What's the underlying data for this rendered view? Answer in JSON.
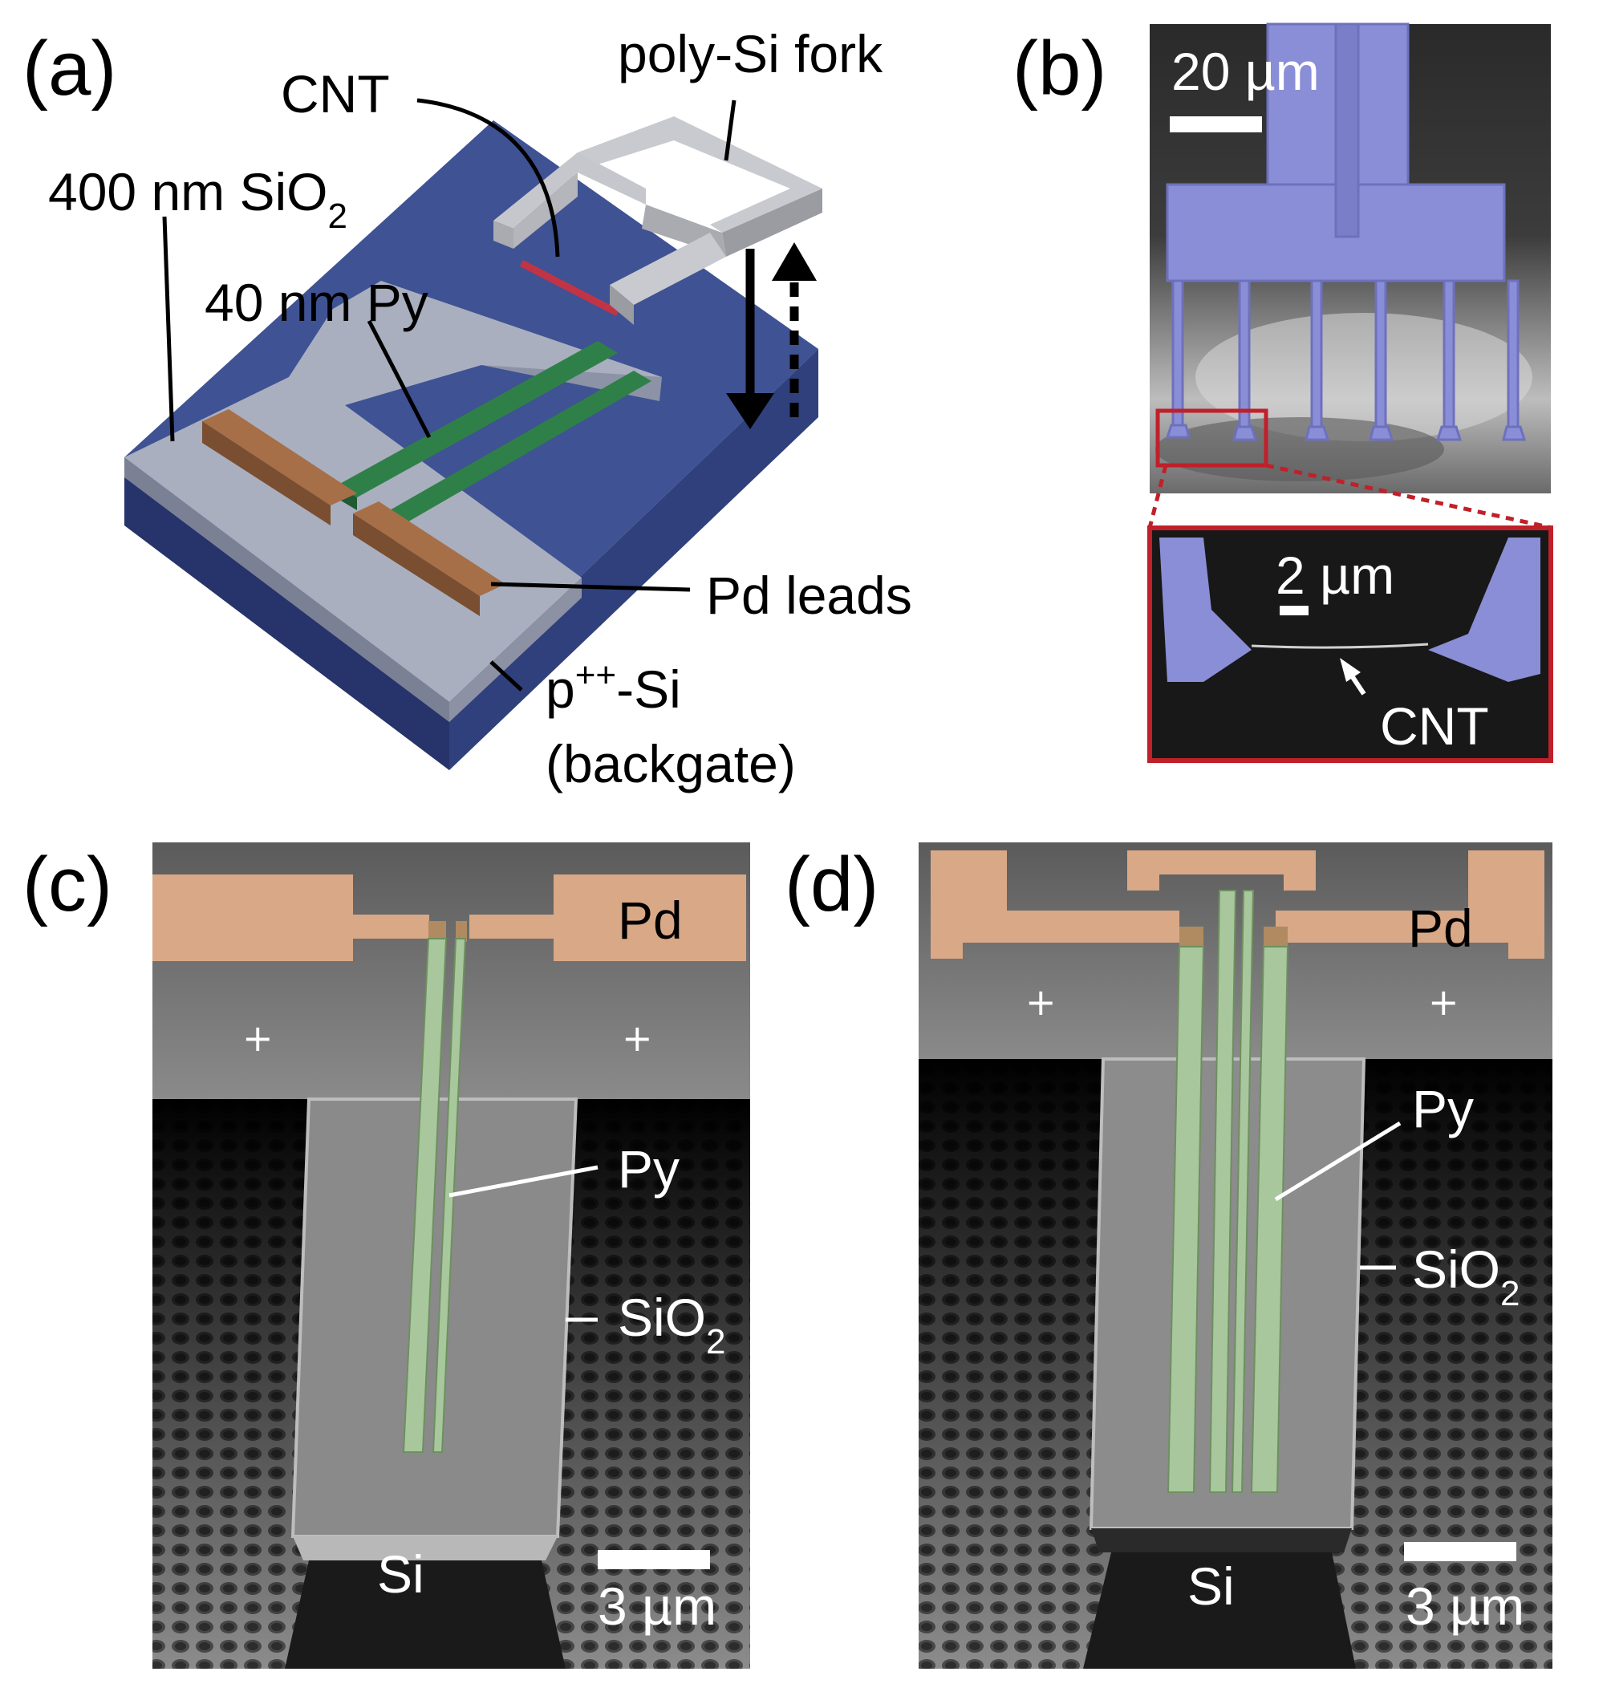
{
  "panel_a": {
    "letter": "(a)",
    "labels": {
      "cnt": "CNT",
      "fork": "poly-Si fork",
      "sio2_main": "400 nm SiO",
      "sio2_sub": "2",
      "py": "40 nm Py",
      "pd": "Pd leads",
      "backgate_main": "p",
      "backgate_sup": "++",
      "backgate_rest": "-Si",
      "backgate_paren": "(backgate)"
    }
  },
  "panel_b": {
    "letter": "(b)",
    "scale_top": "20 µm",
    "scale_inset": "2 µm",
    "inset_label": "CNT"
  },
  "panel_c": {
    "letter": "(c)",
    "pd": "Pd",
    "py": "Py",
    "sio2_main": "SiO",
    "sio2_sub": "2",
    "si": "Si",
    "scale": "3 µm"
  },
  "panel_d": {
    "letter": "(d)",
    "pd": "Pd",
    "py": "Py",
    "sio2_main": "SiO",
    "sio2_sub": "2",
    "si": "Si",
    "scale": "3 µm"
  },
  "colors": {
    "substrate_blue": "#3f5293",
    "oxide_gray": "#a9afbf",
    "py_green": "#2f8048",
    "pd_copper": "#9c6a47",
    "fork_gray": "#b9bbc0",
    "sem_pd": "#d9a887",
    "sem_py": "#a8c79c",
    "sem_purple": "#8a8ed6",
    "inset_border": "#c0202a"
  }
}
